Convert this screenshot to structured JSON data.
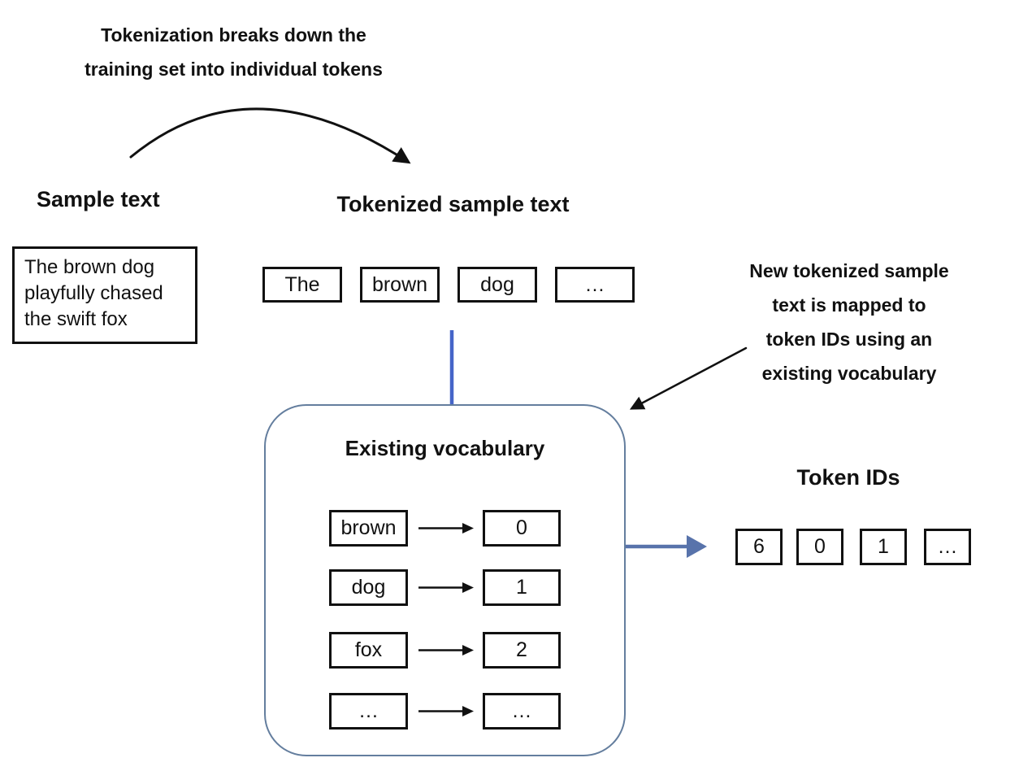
{
  "colors": {
    "ink": "#111111",
    "blue_connector": "#4565c8",
    "blue_arrow": "#5873ab",
    "container_border": "#647e9e",
    "background": "#ffffff"
  },
  "annotations": {
    "tokenization": {
      "lines": [
        "Tokenization breaks down the",
        "training set into individual tokens"
      ]
    },
    "mapping": {
      "lines": [
        "New tokenized sample",
        "text is mapped to",
        "token IDs using an",
        "existing vocabulary"
      ]
    }
  },
  "sample": {
    "label": "Sample text",
    "text": "The brown dog playfully chased the swift fox"
  },
  "tokenized": {
    "label": "Tokenized sample text",
    "tokens": [
      "The",
      "brown",
      "dog",
      "…"
    ]
  },
  "vocabulary": {
    "title": "Existing vocabulary",
    "rows": [
      {
        "word": "brown",
        "id": "0"
      },
      {
        "word": "dog",
        "id": "1"
      },
      {
        "word": "fox",
        "id": "2"
      },
      {
        "word": "…",
        "id": "…"
      }
    ]
  },
  "token_ids": {
    "label": "Token IDs",
    "values": [
      "6",
      "0",
      "1",
      "…"
    ]
  }
}
